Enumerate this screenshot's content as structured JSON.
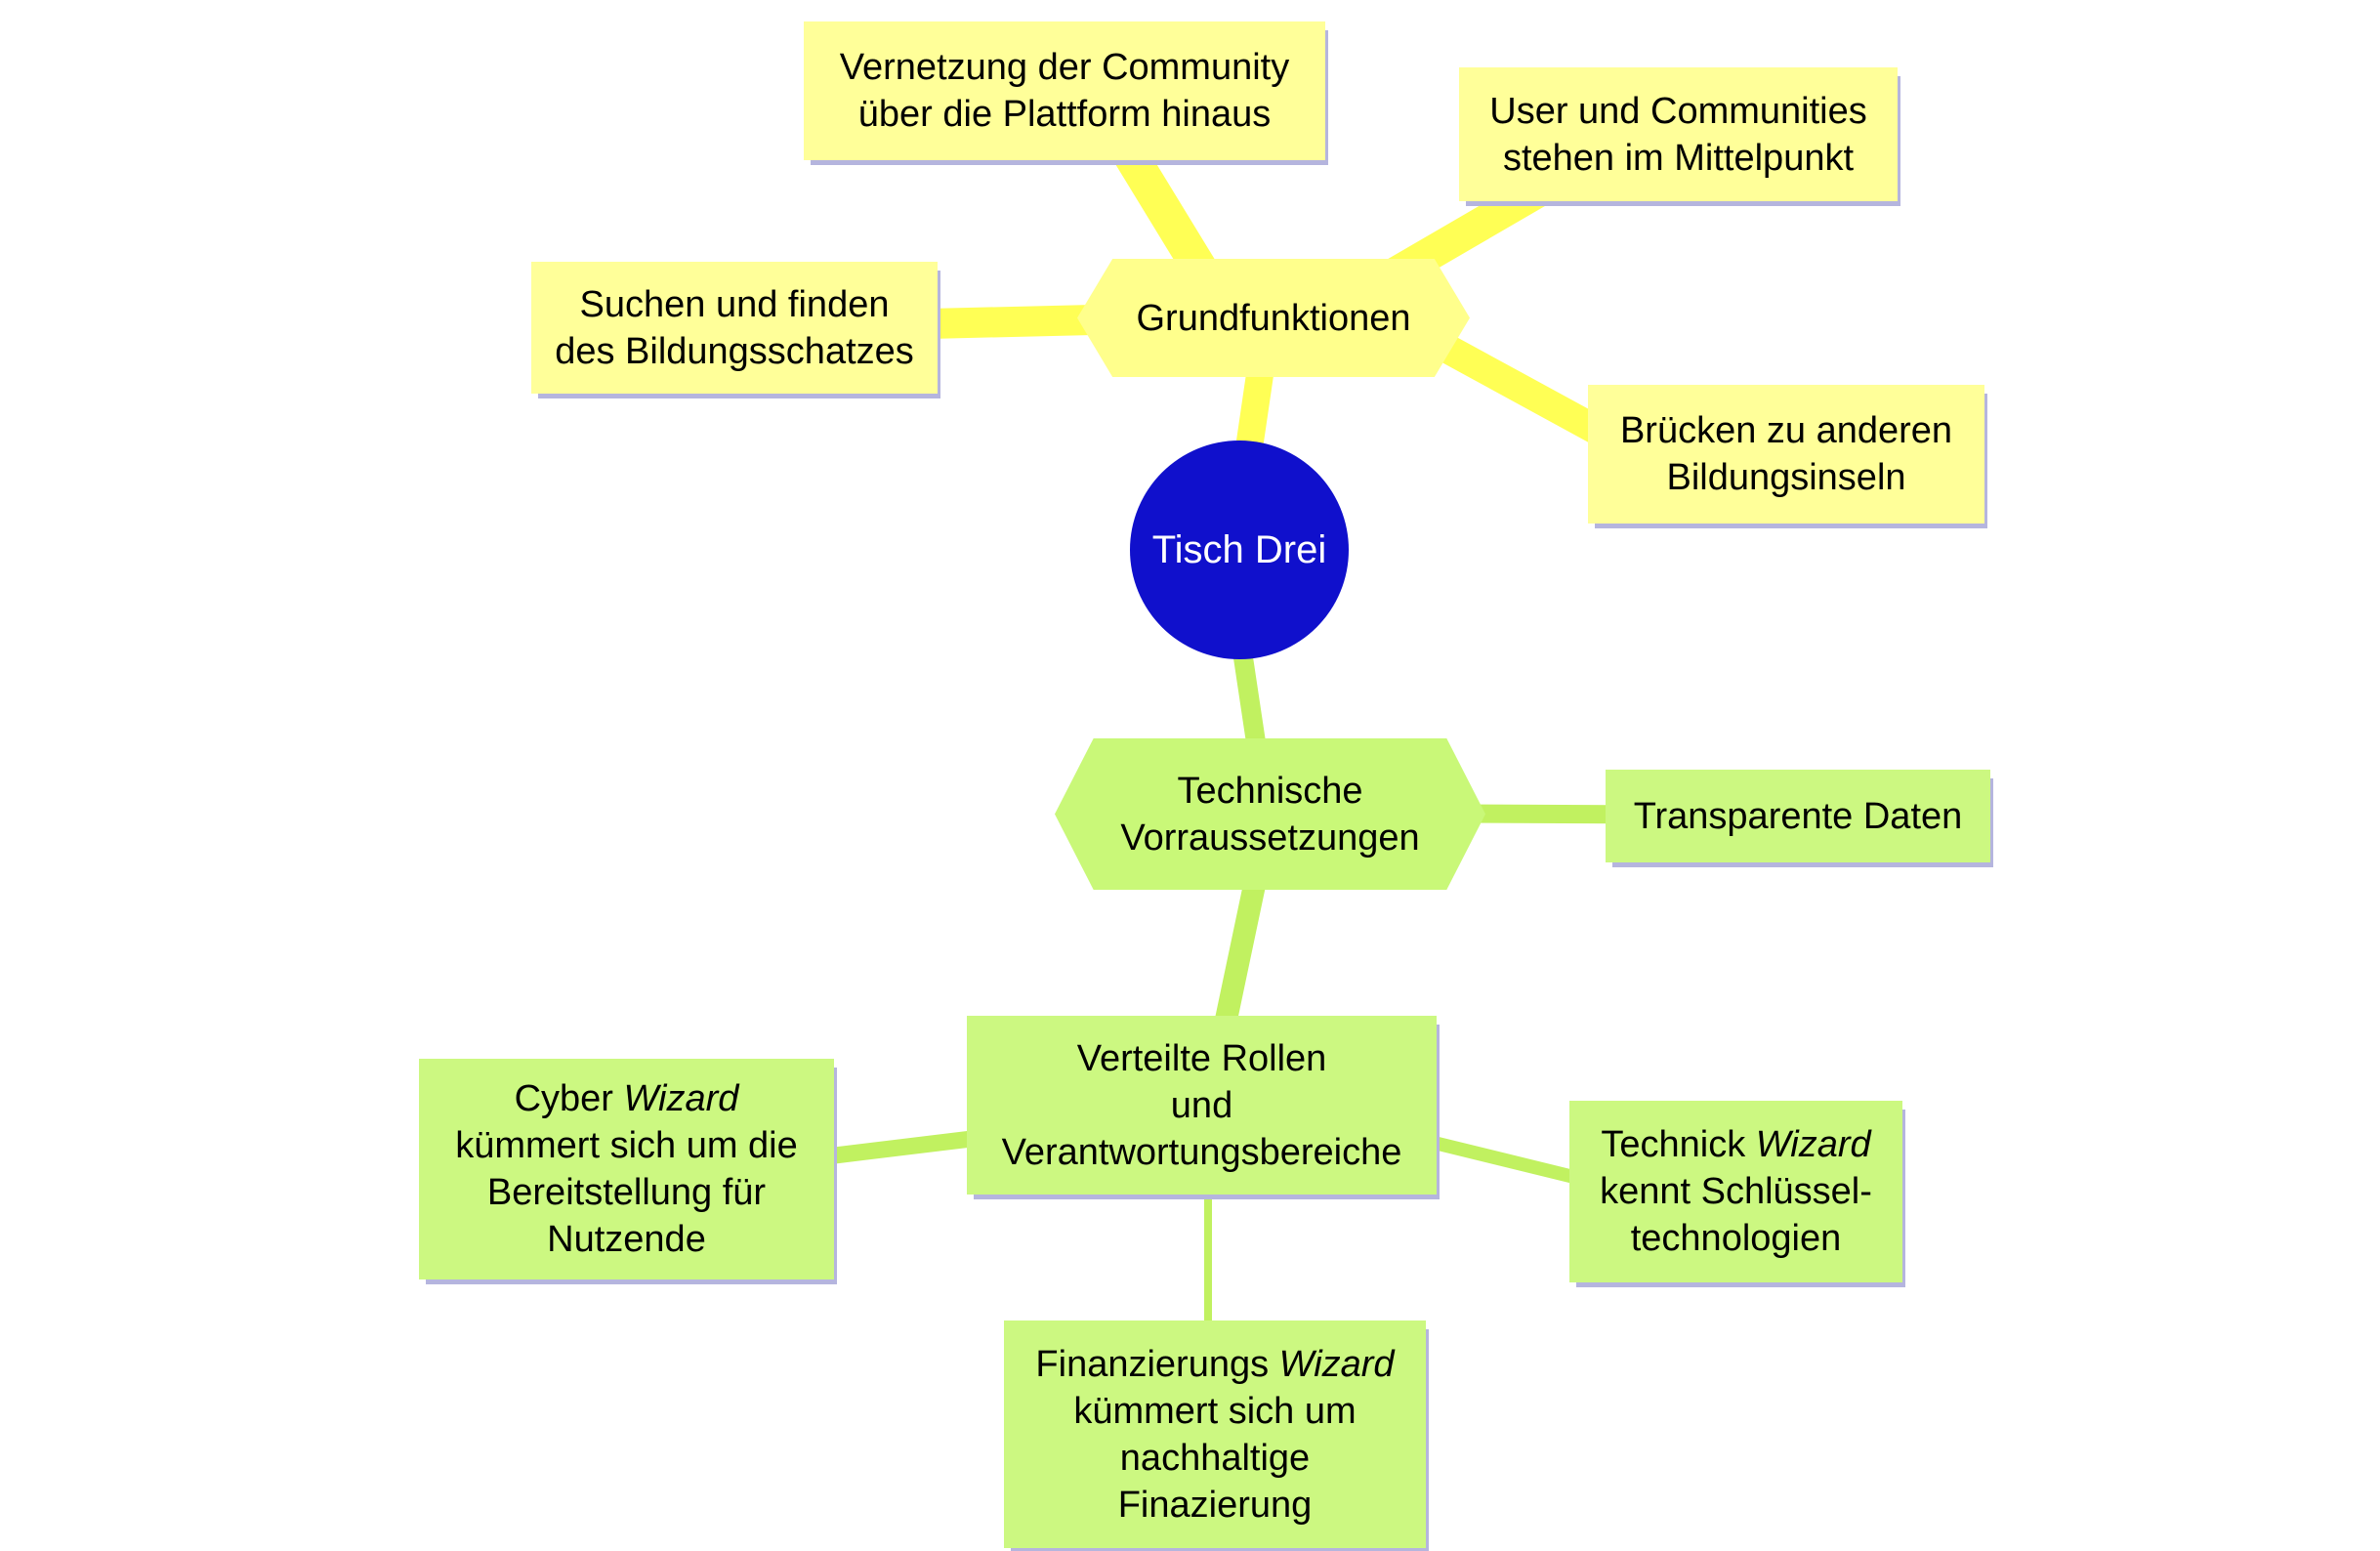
{
  "colors": {
    "yellow_box": "#ffff99",
    "yellow_hex": "#ffff8c",
    "yellow_line": "#ffff55",
    "green_box": "#ccf881",
    "green_hex": "#c9f878",
    "green_line": "#c1f160",
    "blue": "#1010cc",
    "shadow": "#b5b5de"
  },
  "nodes": {
    "root": {
      "label": "Tisch Drei"
    },
    "grundfunktionen": {
      "label": "Grundfunktionen"
    },
    "vernetzung": {
      "line1": "Vernetzung der Community",
      "line2": "über die Plattform hinaus"
    },
    "user_communities": {
      "line1": "User und Communities",
      "line2": "stehen im Mittelpunkt"
    },
    "suchen": {
      "line1": "Suchen und finden",
      "line2": "des Bildungsschatzes"
    },
    "bruecken": {
      "line1": "Brücken zu anderen",
      "line2": "Bildungsinseln"
    },
    "technische": {
      "line1": "Technische",
      "line2": "Vorraussetzungen"
    },
    "transparente": {
      "label": "Transparente Daten"
    },
    "verteilte": {
      "line1": "Verteilte Rollen",
      "line2": "und",
      "line3": "Verantwortungsbereiche"
    },
    "cyber_wizard": {
      "line1_pre": "Cyber ",
      "line1_em": "Wizard",
      "line2": "kümmert sich um die",
      "line3": "Bereitstellung für",
      "line4": "Nutzende"
    },
    "technick_wizard": {
      "line1_pre": "Technick ",
      "line1_em": "Wizard",
      "line2": "kennt Schlüssel-",
      "line3": "technologien"
    },
    "finanzierungs_wizard": {
      "line1_pre": "Finanzierungs ",
      "line1_em": "Wizard",
      "line2": "kümmert sich um",
      "line3": "nachhaltige",
      "line4": "Finazierung"
    }
  },
  "edges": [
    {
      "from": "grundfunktionen",
      "to": "vernetzung"
    },
    {
      "from": "grundfunktionen",
      "to": "user_communities"
    },
    {
      "from": "grundfunktionen",
      "to": "suchen"
    },
    {
      "from": "grundfunktionen",
      "to": "bruecken"
    },
    {
      "from": "root",
      "to": "grundfunktionen"
    },
    {
      "from": "root",
      "to": "technische"
    },
    {
      "from": "technische",
      "to": "transparente"
    },
    {
      "from": "technische",
      "to": "verteilte"
    },
    {
      "from": "verteilte",
      "to": "cyber_wizard"
    },
    {
      "from": "verteilte",
      "to": "technick_wizard"
    },
    {
      "from": "verteilte",
      "to": "finanzierungs_wizard"
    }
  ]
}
